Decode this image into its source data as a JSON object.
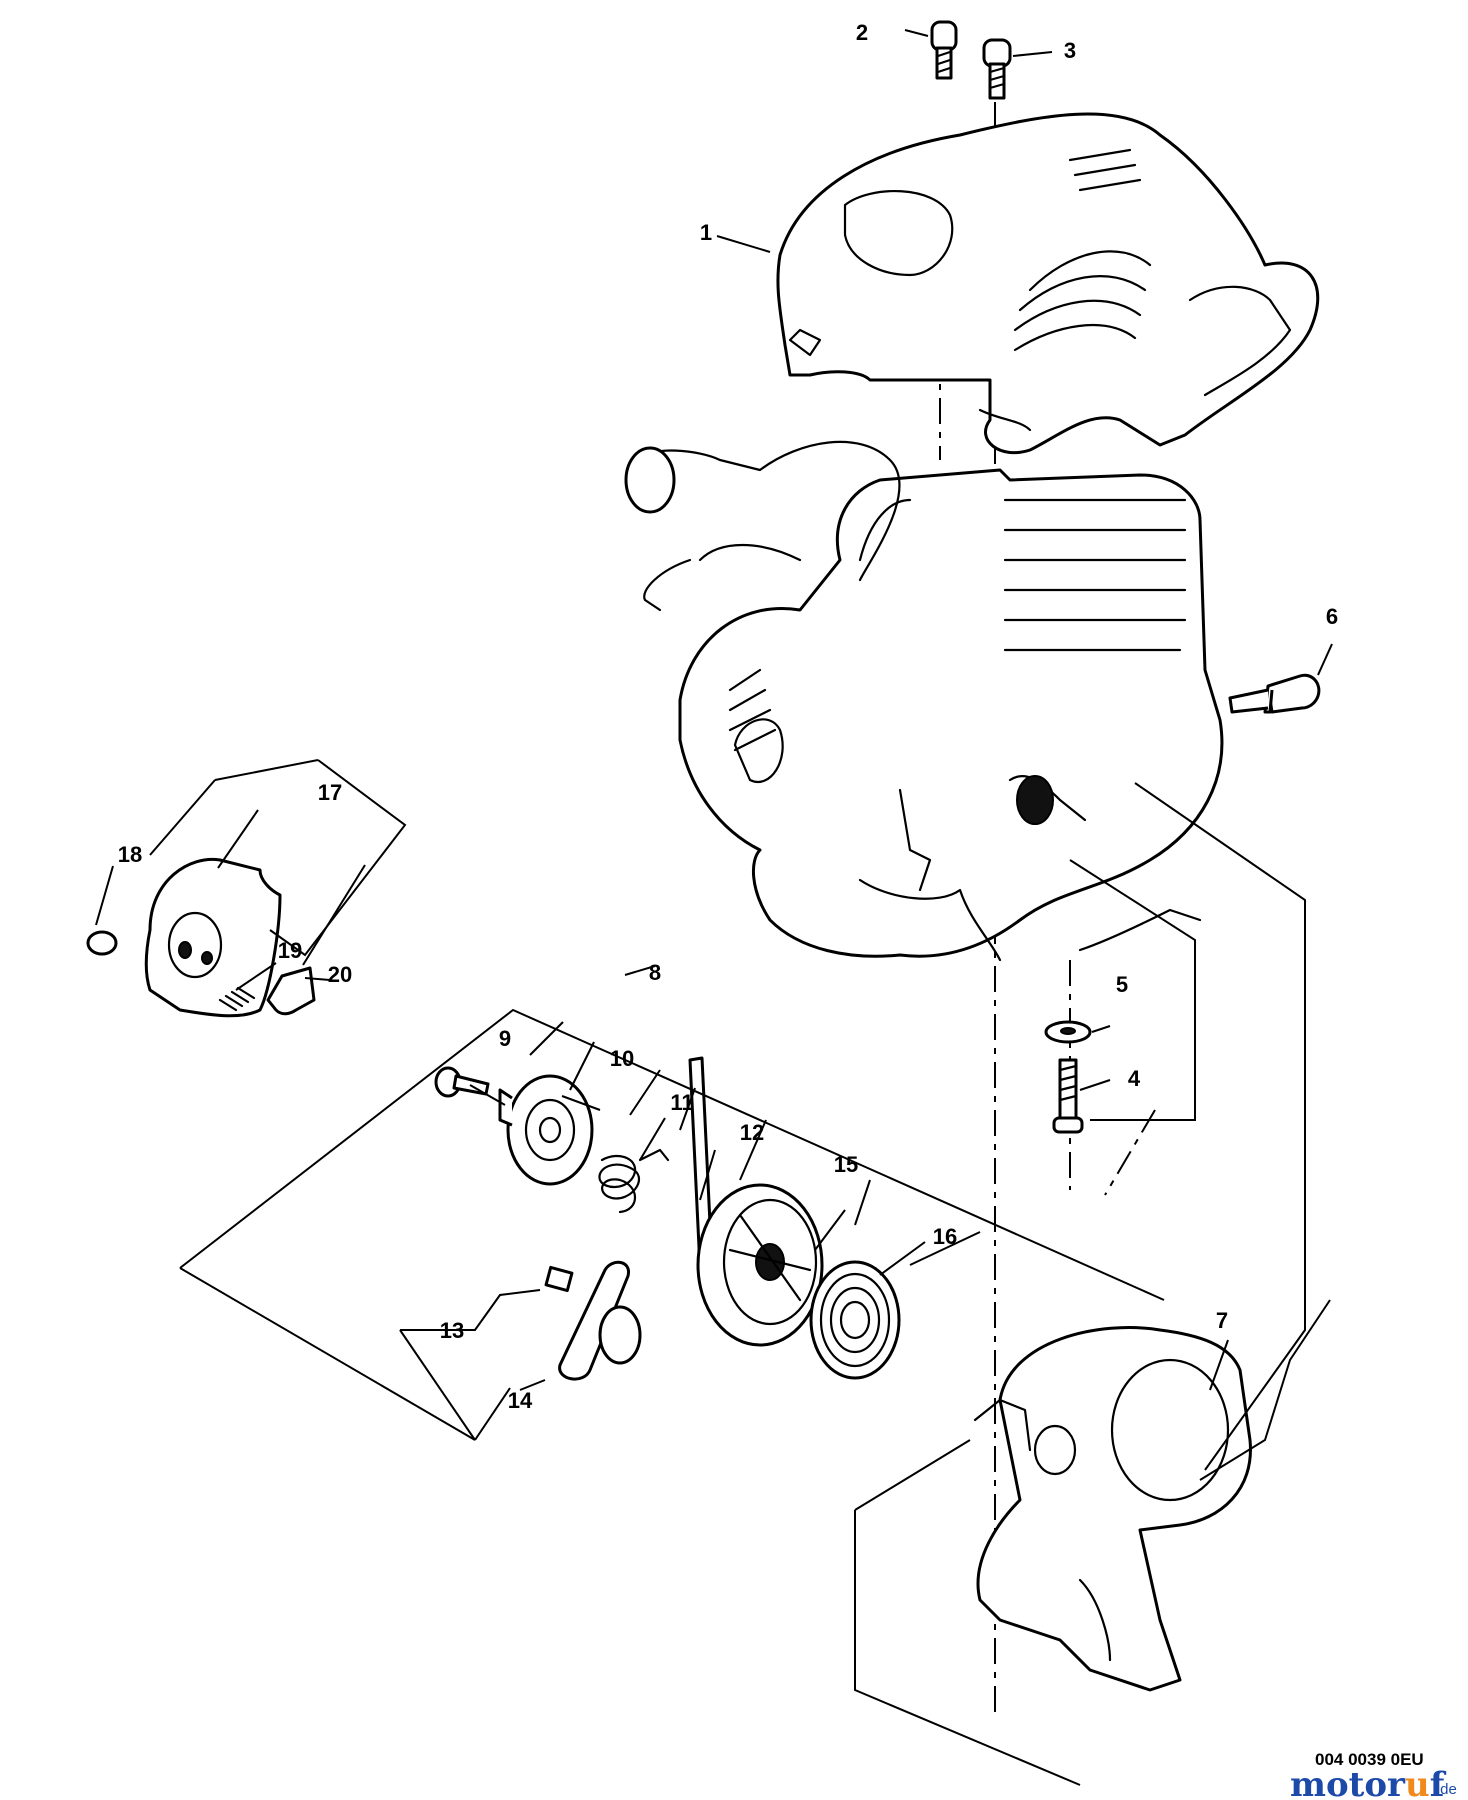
{
  "callouts": [
    "1",
    "2",
    "3",
    "4",
    "5",
    "6",
    "7",
    "8",
    "9",
    "10",
    "11",
    "12",
    "13",
    "14",
    "15",
    "16",
    "17",
    "18",
    "19",
    "20"
  ],
  "reference_code": "004 0039 0EU",
  "watermark": {
    "brand_before_dot": "motor",
    "brand_dot": "u",
    "brand_after_dot": "f",
    "tld": ".de"
  },
  "colors": {
    "watermark_blue": "#1d4aa8",
    "watermark_orange": "#f08a1c",
    "linework": "#000000"
  }
}
